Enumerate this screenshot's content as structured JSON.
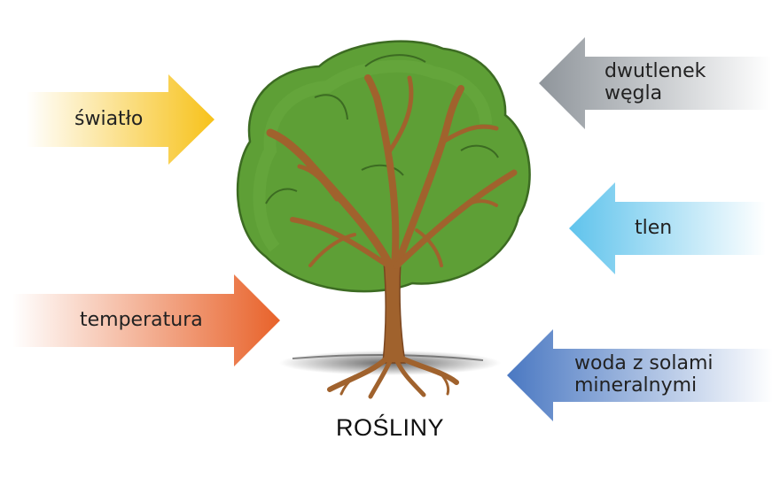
{
  "title": "ROŚLINY",
  "inputs": [
    {
      "label": "światło",
      "color": "#f7c21a"
    },
    {
      "label": "temperatura",
      "color": "#e8622a"
    }
  ],
  "outputs": [
    {
      "label": "dwutlenek\nwęgla",
      "color": "#8f959b"
    },
    {
      "label": "tlen",
      "color": "#5fc3ec"
    },
    {
      "label": "woda z solami\nmineralnymi",
      "color": "#4a78c2"
    }
  ],
  "colors": {
    "canopy": "#5e9f36",
    "canopy_dark": "#3c6b22",
    "trunk": "#a0622d",
    "ground": "#555555"
  },
  "icons": [
    "tree-illustration",
    "soil-shadow"
  ]
}
